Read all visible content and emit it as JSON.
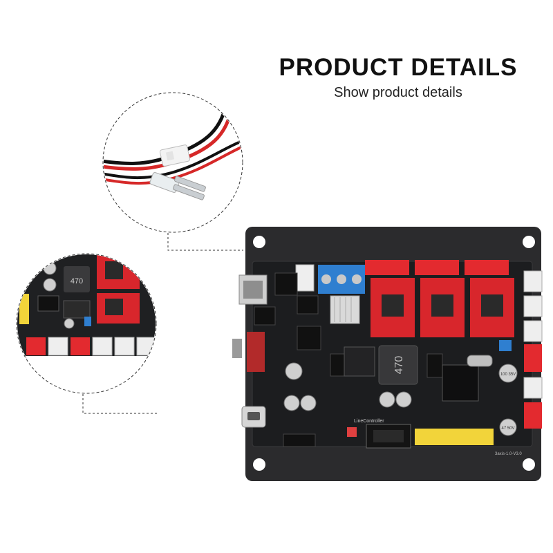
{
  "header": {
    "title": "PRODUCT DETAILS",
    "subtitle": "Show product details"
  },
  "board": {
    "inductor_marking": "470",
    "controller_label": "LineController",
    "model_label": "3axis-1.0-V3.0",
    "capacitor_marking": "100 35V",
    "small_cap_marking": "47 50V"
  },
  "colors": {
    "board": "#2b2b2d",
    "pcb": "#1c1d1f",
    "driver": "#d8262c",
    "connector_red": "#e32a2f",
    "connector_white": "#eeeeee",
    "terminal_blue": "#2f7fd0",
    "header_yellow": "#f2d43a"
  }
}
